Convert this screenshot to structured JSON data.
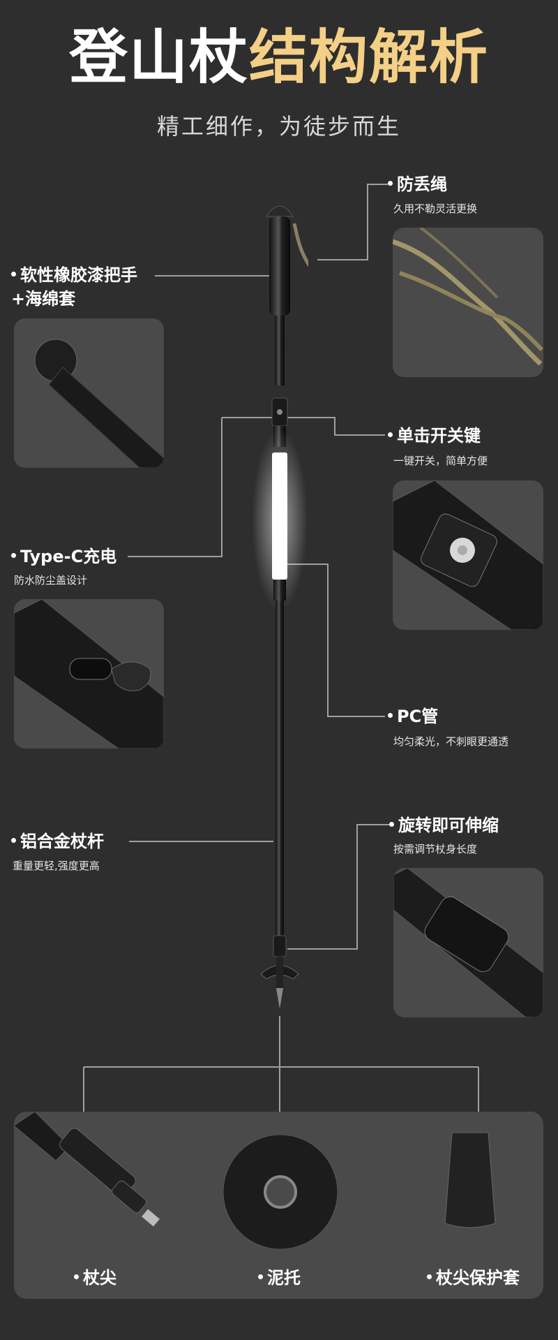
{
  "header": {
    "title_white": "登山杖",
    "title_gold": "结构解析",
    "subtitle": "精工细作，为徒步而生"
  },
  "features": {
    "rope": {
      "label": "防丢绳",
      "desc": "久用不勒灵活更换"
    },
    "grip": {
      "label_line1": "软性橡胶漆把手",
      "label_line2": "+海绵套"
    },
    "switch": {
      "label": "单击开关键",
      "desc": "一键开关，简单方便"
    },
    "typec": {
      "label": "Type-C充电",
      "desc": "防水防尘盖设计"
    },
    "pc": {
      "label": "PC管",
      "desc": "均匀柔光，不刺眼更通透"
    },
    "alloy": {
      "label": "铝合金杖杆",
      "desc": "重量更轻,强度更高"
    },
    "telescopic": {
      "label": "旋转即可伸缩",
      "desc": "按需调节杖身长度"
    }
  },
  "bottom": {
    "items": [
      {
        "label": "杖尖"
      },
      {
        "label": "泥托"
      },
      {
        "label": "杖尖保护套"
      }
    ]
  },
  "colors": {
    "background": "#2e2e2e",
    "panel": "#4a4a4a",
    "gold": "#f4cf86",
    "connector": "#a0a0a0"
  }
}
